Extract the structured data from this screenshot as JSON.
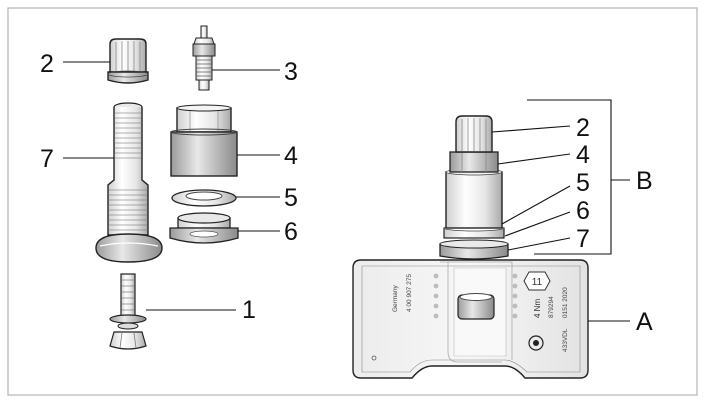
{
  "callouts": {
    "left_2": "2",
    "left_3": "3",
    "left_7": "7",
    "left_4": "4",
    "left_5": "5",
    "left_6": "6",
    "left_1": "1",
    "right_2": "2",
    "right_4": "4",
    "right_5": "5",
    "right_6": "6",
    "right_7": "7",
    "right_B": "B",
    "right_A": "A"
  },
  "sensor": {
    "origin_text": "Germany",
    "part_number": "4 00 907 275",
    "torque": "4 Nm",
    "serial": "879294",
    "date_code": "0151 2020",
    "model_code": "433VDL",
    "badge": "11"
  }
}
